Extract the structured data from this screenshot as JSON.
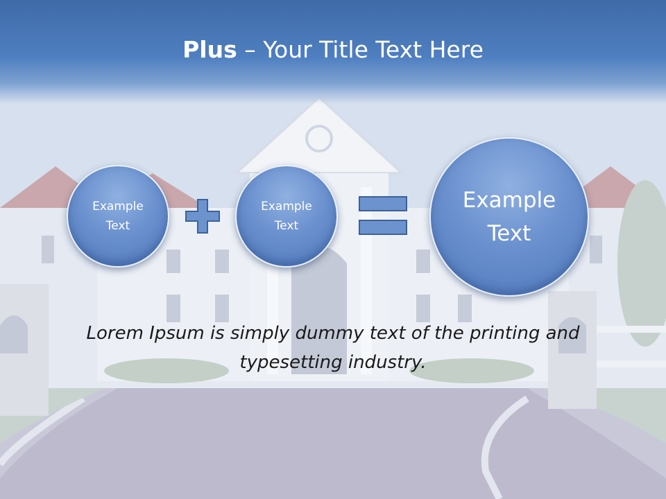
{
  "slide": {
    "title_bold": "Plus",
    "title_rest": " – Your Title Text Here",
    "circle_1": "Example Text",
    "circle_2": "Example Text",
    "circle_3": "Example Text",
    "operator_1": "plus-icon",
    "operator_2": "equals-icon",
    "body": "Lorem Ipsum is simply dummy text of the printing and typesetting industry."
  },
  "colors": {
    "title_band": "#4a78bb",
    "circle_fill": "#6b91cf",
    "operator_fill": "#6d93cf",
    "body_text": "#1a1a1a"
  }
}
